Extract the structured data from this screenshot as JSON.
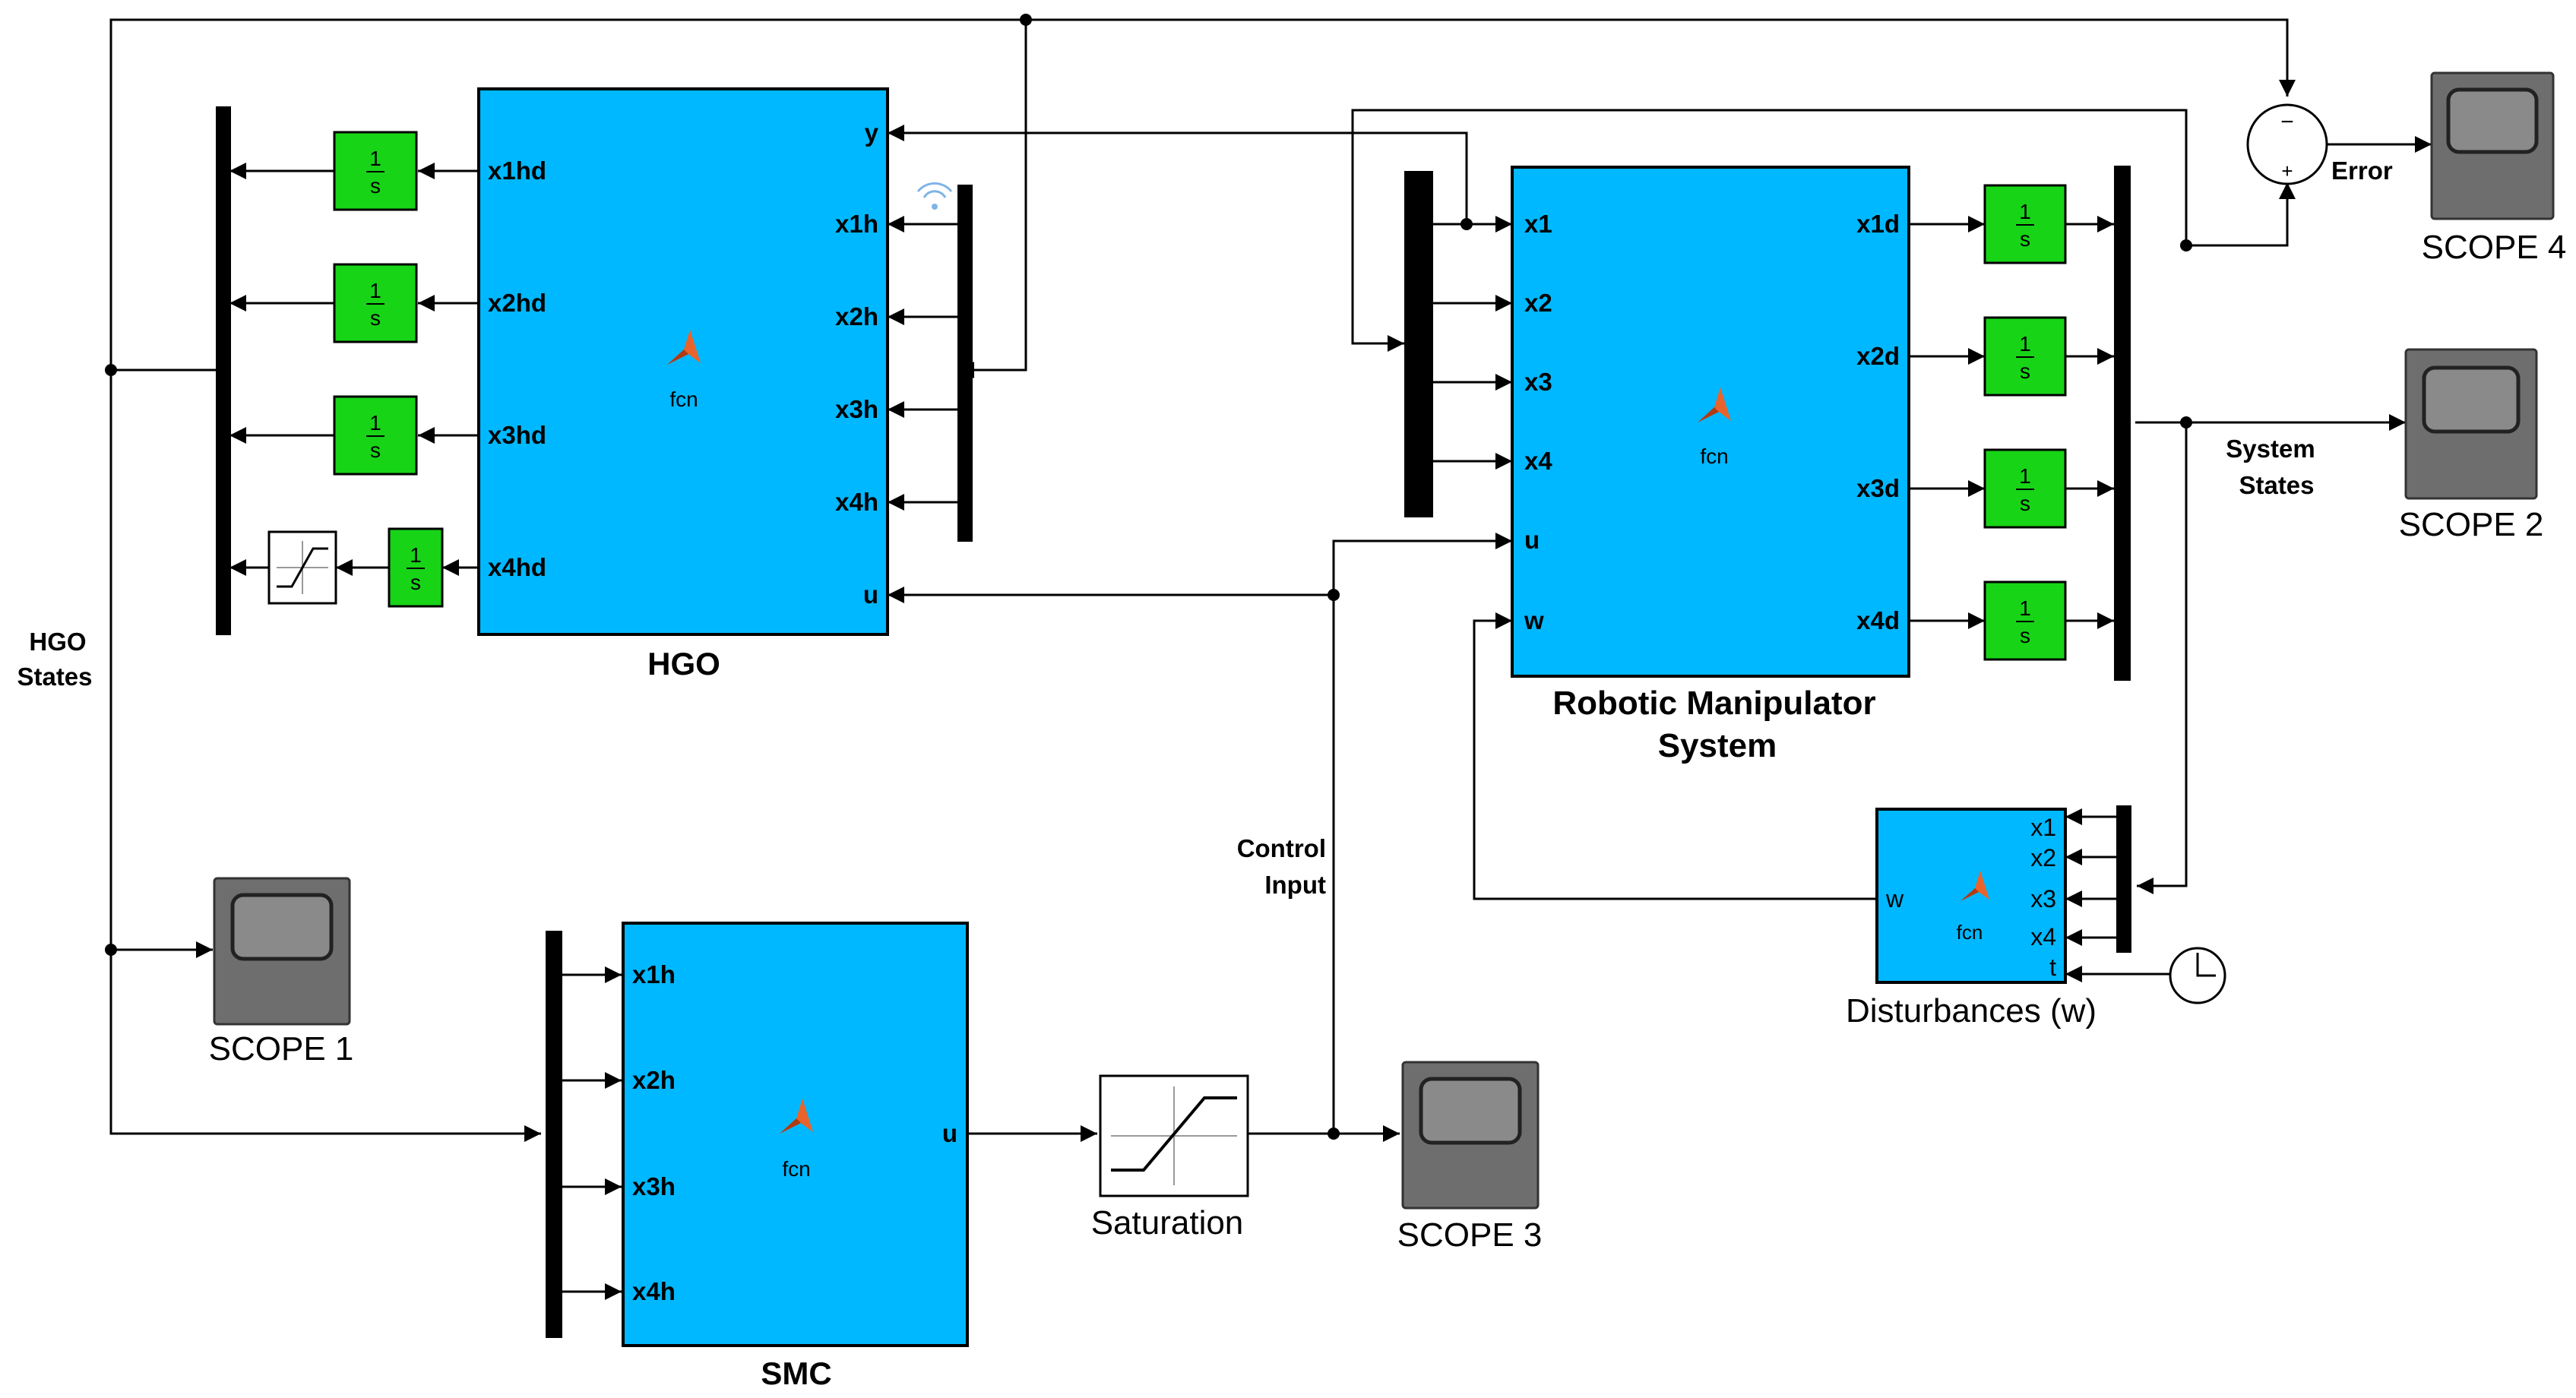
{
  "colors": {
    "fcn_block": "#00b8ff",
    "integrator": "#17d417",
    "scope_body": "#6e6e6e",
    "scope_screen": "#8a8a8a",
    "bus": "#000000",
    "wire": "#000000",
    "matlab_icon": "#e8642c"
  },
  "hgo": {
    "name": "HGO",
    "fcn_label": "fcn",
    "inputs": [
      "y",
      "x1h",
      "x2h",
      "x3h",
      "x4h",
      "u"
    ],
    "outputs": [
      "x1hd",
      "x2hd",
      "x3hd",
      "x4hd"
    ]
  },
  "robot": {
    "name_line1": "Robotic Manipulator",
    "name_line2": "System",
    "fcn_label": "fcn",
    "inputs": [
      "x1",
      "x2",
      "x3",
      "x4",
      "u",
      "w"
    ],
    "outputs": [
      "x1d",
      "x2d",
      "x3d",
      "x4d"
    ]
  },
  "smc": {
    "name": "SMC",
    "fcn_label": "fcn",
    "inputs": [
      "x1h",
      "x2h",
      "x3h",
      "x4h"
    ],
    "output": "u"
  },
  "disturbances": {
    "name": "Disturbances (w)",
    "fcn_label": "fcn",
    "inputs": [
      "x1",
      "x2",
      "x3",
      "x4",
      "t"
    ],
    "output": "w"
  },
  "integrator": {
    "numerator": "1",
    "denominator": "s"
  },
  "saturation": {
    "name": "Saturation"
  },
  "sum_block": {
    "minus_sign": "−",
    "plus_sign": "+"
  },
  "scopes": {
    "scope1": "SCOPE 1",
    "scope2": "SCOPE 2",
    "scope3": "SCOPE 3",
    "scope4": "SCOPE 4"
  },
  "signals": {
    "hgo_states_1": "HGO",
    "hgo_states_2": "States",
    "system_states_1": "System",
    "system_states_2": "States",
    "control_input_1": "Control",
    "control_input_2": "Input",
    "error": "Error"
  }
}
